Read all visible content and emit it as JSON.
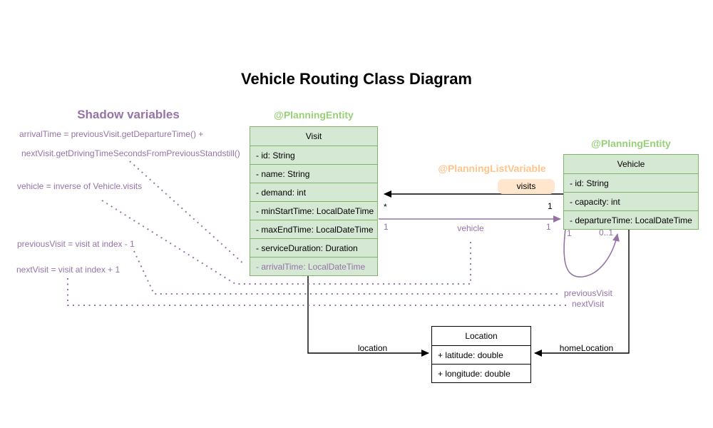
{
  "title": "Vehicle Routing Class Diagram",
  "shadow_notes": {
    "heading": "Shadow variables",
    "arrival_formula_line1": "arrivalTime = previousVisit.getDepartureTime() +",
    "arrival_formula_line2": "nextVisit.getDrivingTimeSecondsFromPreviousStandstill()",
    "vehicle_formula": "vehicle = inverse of Vehicle.visits",
    "previous_visit_formula": "previousVisit = visit at index - 1",
    "next_visit_formula": "nextVisit = visit at index + 1"
  },
  "annotations": {
    "visit_planning_entity": "@PlanningEntity",
    "vehicle_planning_entity": "@PlanningEntity",
    "planning_list_variable": "@PlanningListVariable"
  },
  "classes": {
    "visit": {
      "name": "Visit",
      "attributes": [
        "- id: String",
        "- name: String",
        "- demand: int",
        "- minStartTime: LocalDateTime",
        "- maxEndTime: LocalDateTime",
        "- serviceDuration: Duration",
        "- arrivalTime: LocalDateTime"
      ]
    },
    "vehicle": {
      "name": "Vehicle",
      "attributes": [
        "- id: String",
        "- capacity: int",
        "- departureTime: LocalDateTime"
      ]
    },
    "location": {
      "name": "Location",
      "attributes": [
        "+ latitude: double",
        "+ longitude: double"
      ]
    }
  },
  "relations": {
    "visits": {
      "label": "visits",
      "visit_mult": "*",
      "vehicle_mult": "1"
    },
    "vehicle": {
      "label": "vehicle",
      "visit_mult": "1",
      "vehicle_mult": "1"
    },
    "location": {
      "label": "location"
    },
    "home_location": {
      "label": "homeLocation"
    },
    "visit_chain_loop": {
      "left_mult": "1",
      "right_mult": "0..1"
    },
    "previous_visit_label": "previousVisit",
    "next_visit_label": "nextVisit"
  },
  "colors": {
    "entity_fill": "#d5e8d4",
    "entity_border": "#82b366",
    "annotation_green": "#97d077",
    "annotation_orange": "#ffc48c",
    "badge_fill": "#ffe6cc",
    "shadow_purple": "#9673a6",
    "line_black": "#000000"
  }
}
